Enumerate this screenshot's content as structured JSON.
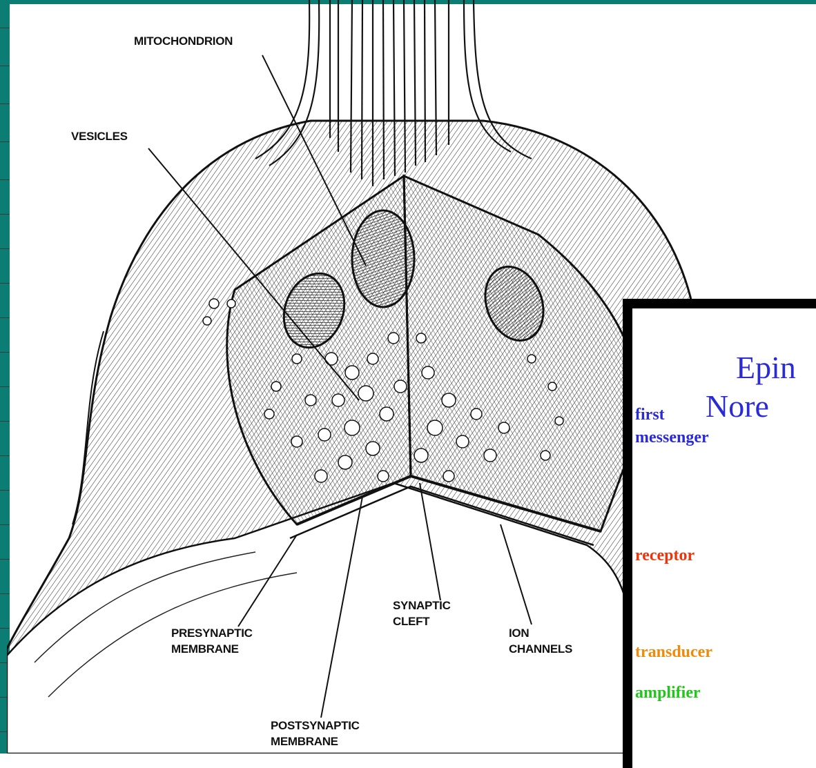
{
  "labels": {
    "mitochondrion": "MITOCHONDRION",
    "vesicles": "VESICLES",
    "synaptic_line1": "SYNAPTIC",
    "synaptic_line2": "CLEFT",
    "presynaptic_line1": "PRESYNAPTIC",
    "presynaptic_line2": "MEMBRANE",
    "ion_line1": "ION",
    "ion_line2": "CHANNELS",
    "postsynaptic_line1": "POSTSYNAPTIC",
    "postsynaptic_line2": "MEMBRANE"
  },
  "panel": {
    "line1": "Epin",
    "line2": "Nore",
    "first": "first",
    "messenger": "messenger",
    "receptor": "receptor",
    "transducer": "transducer",
    "amplifier": "amplifier",
    "colors": {
      "messenger": "#2a2ad6",
      "receptor": "#f0330a",
      "transducer": "#f08a0a",
      "amplifier": "#22c51a"
    }
  },
  "icons": [
    "synapse-illustration"
  ]
}
